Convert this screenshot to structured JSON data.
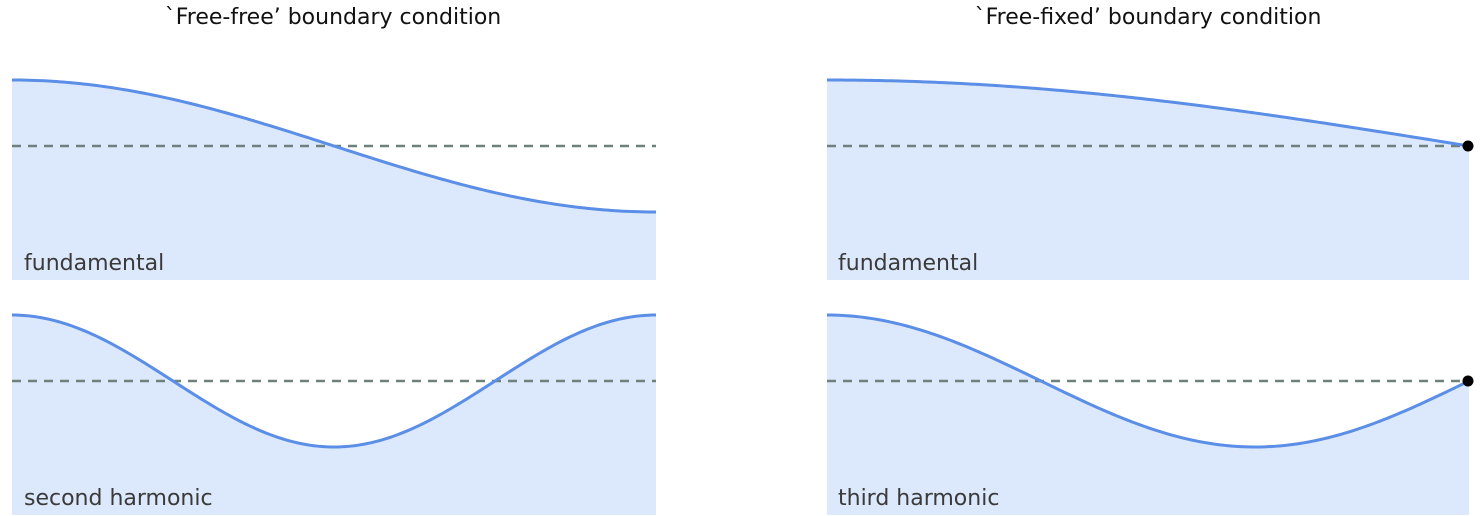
{
  "columns": [
    {
      "title": "`Free-free’ boundary condition",
      "boundary": "free-free",
      "panels": [
        {
          "label": "fundamental",
          "mode": 1
        },
        {
          "label": "second harmonic",
          "mode": 2
        }
      ]
    },
    {
      "title": "`Free-fixed’ boundary condition",
      "boundary": "free-fixed",
      "panels": [
        {
          "label": "fundamental",
          "mode": 1
        },
        {
          "label": "third harmonic",
          "mode": 3
        }
      ]
    }
  ],
  "colors": {
    "fill": "#dce8fb",
    "wave": "#5b8ee6",
    "equilibrium": "#6e817d",
    "fixed_end": "#000000"
  }
}
